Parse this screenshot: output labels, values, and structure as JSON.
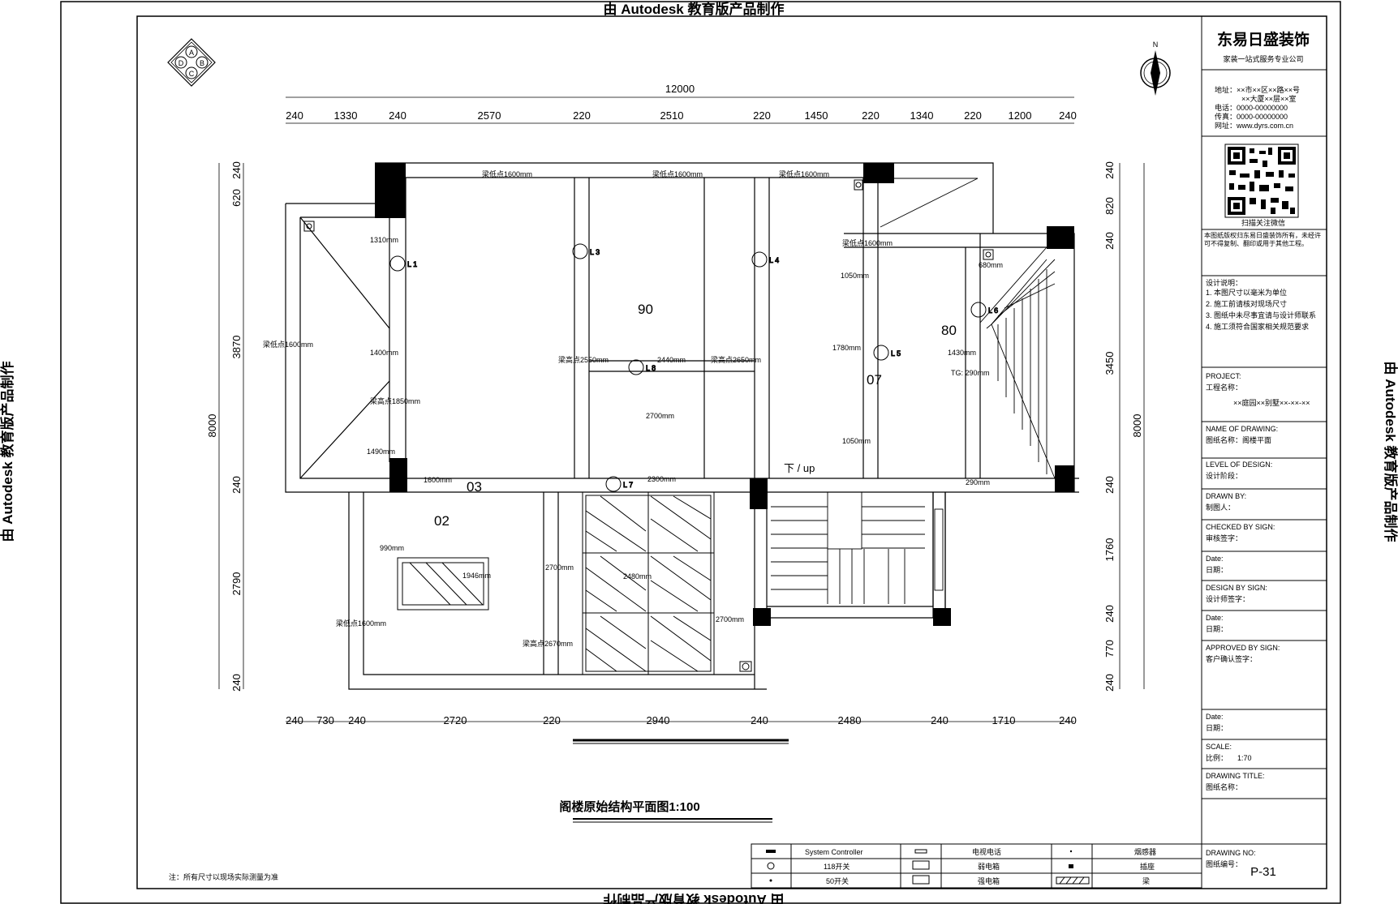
{
  "watermark": "由 Autodesk 教育版产品制作",
  "compass": {
    "letters": [
      "A",
      "B",
      "C",
      "D"
    ],
    "north": "N"
  },
  "dims": {
    "overall_w": "12000",
    "top": [
      "240",
      "1330",
      "240",
      "2570",
      "220",
      "2510",
      "220",
      "1450",
      "220",
      "1340",
      "220",
      "1200",
      "240"
    ],
    "bottom": [
      "240",
      "730",
      "240",
      "2720",
      "220",
      "2940",
      "240",
      "2480",
      "240",
      "1710",
      "240"
    ],
    "left": [
      "240",
      "620",
      "3870",
      "240",
      "2790",
      "240"
    ],
    "left_total": "8000",
    "right": [
      "240",
      "820",
      "240",
      "3450",
      "240",
      "1760",
      "240",
      "770",
      "240"
    ],
    "right_total": "8000"
  },
  "rooms": {
    "r90": "90",
    "r80": "80",
    "r07": "07",
    "r03": "03",
    "r02": "02"
  },
  "lights": [
    "L 1",
    "L 3",
    "L 4",
    "L 5",
    "L 6",
    "L 8",
    "L 7"
  ],
  "notes": {
    "low600a": "梁低点1600mm",
    "low600b": "梁低点1600mm",
    "low600c": "梁低点1600mm",
    "low600d": "梁低点1600mm",
    "low600e": "梁低点1600mm",
    "low600f": "梁低点1600mm",
    "h310": "1310mm",
    "h1400": "1400mm",
    "high850": "梁高点1850mm",
    "h490": "1490mm",
    "h1600": "1600mm",
    "high2550": "梁高点2550mm",
    "h2440": "2440mm",
    "high2650": "梁高点2650mm",
    "h2700a": "2700mm",
    "h2300": "2300mm",
    "h1050a": "1050mm",
    "h1780": "1780mm",
    "h1050b": "1050mm",
    "h680": "680mm",
    "h1430": "1430mm",
    "tg": "TG: 290mm",
    "h290": "290mm",
    "h990": "990mm",
    "h1946": "1946mm",
    "h2700b": "2700mm",
    "h2480": "2480mm",
    "h2700c": "2700mm",
    "high2670": "梁高点2670mm",
    "stairs": "下 / up"
  },
  "drawing_title": "阁楼原始结构平面图1:100",
  "bottom_note": "注：所有尺寸以现场实际测量为准",
  "legend": [
    [
      "System Controller",
      "电视电话",
      "烟感器"
    ],
    [
      "118开关",
      "弱电箱",
      "插座"
    ],
    [
      "50开关",
      "强电箱",
      "梁"
    ]
  ],
  "title_block": {
    "company": "东易日盛装饰",
    "company_sub": "家装一站式服务专业公司",
    "address": [
      "地址：××市××区××路××号",
      "××大厦××层××室",
      "电话：0000-00000000",
      "传真：0000-00000000",
      "网址：www.dyrs.com.cn"
    ],
    "qr_caption": "扫描关注微信",
    "copyright": "本图纸版权归东易日盛装饰所有，未经许可不得复制、翻印或用于其他工程。",
    "design_notes": [
      "设计说明：",
      "1. 本图尺寸以毫米为单位",
      "2. 施工前请核对现场尺寸",
      "3. 图纸中未尽事宜请与设计师联系",
      "4. 施工须符合国家相关规范要求"
    ],
    "project_label": "PROJECT:",
    "project_cn": "工程名称：",
    "project_name": "××庭园××别墅××-××-××",
    "drawing_name_en": "NAME OF DRAWING:",
    "drawing_name_cn": "图纸名称：阁楼平面",
    "design_level_en": "LEVEL OF DESIGN:",
    "design_level_cn": "设计阶段：",
    "drawn_by_en": "DRAWN BY:",
    "drawn_by_cn": "制图人：",
    "checked_en": "CHECKED BY SIGN:",
    "checked_cn": "审核签字：",
    "date1_en": "Date:",
    "date1_cn": "日期：",
    "design_by_en": "DESIGN BY SIGN:",
    "design_by_cn": "设计师签字：",
    "date2_en": "Date:",
    "date2_cn": "日期：",
    "approved_en": "APPROVED BY SIGN:",
    "approved_cn": "客户确认签字：",
    "date3_en": "Date:",
    "date3_cn": "日期：",
    "scale_en": "SCALE:",
    "scale_cn": "比例：",
    "scale_value": "1:70",
    "title_en": "DRAWING TITLE:",
    "title_cn": "图纸名称：",
    "drawing_no_en": "DRAWING NO:",
    "drawing_no_cn": "图纸编号：",
    "page_no": "P-31"
  }
}
